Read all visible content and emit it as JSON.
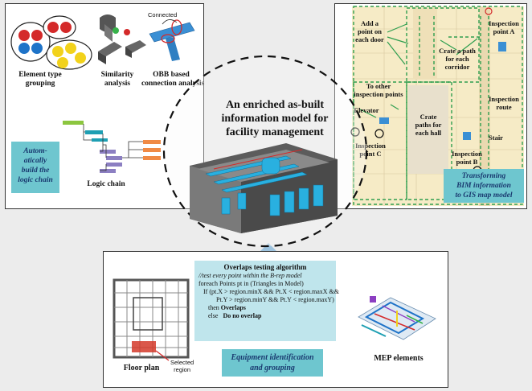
{
  "center": {
    "title_lines": [
      "An enriched as-built",
      "information model for",
      "facility management"
    ]
  },
  "top_left": {
    "element_type_grouping": [
      "Element type",
      "grouping"
    ],
    "similarity_analysis": [
      "Similarity",
      "analysis"
    ],
    "connected": "Connected",
    "obb_analysis": [
      "OBB based",
      "connection analysis"
    ],
    "auto_box": [
      "Autom-",
      "atically",
      "build the",
      "logic chain"
    ],
    "logic_chain": "Logic chain"
  },
  "top_right": {
    "add_point": [
      "Add a",
      "point on",
      "each door"
    ],
    "crate_path_corridor": [
      "Crate a path",
      "for each",
      "corridor"
    ],
    "inspection_a": [
      "Inspection",
      "point A"
    ],
    "to_other": [
      "To other",
      "inspection points"
    ],
    "elevator": "Elevator",
    "crate_paths_hall": [
      "Crate",
      "paths for",
      "each hall"
    ],
    "inspection_route": [
      "Inspection",
      "route"
    ],
    "inspection_c": [
      "Inspection",
      "point C"
    ],
    "stair": "Stair",
    "inspection_b": [
      "Inspection",
      "point B"
    ],
    "transform_box": [
      "Transforming",
      "BIM information",
      "to GIS map model"
    ]
  },
  "bottom": {
    "algorithm_title": "Overlaps testing algorithm",
    "code_comment": "//test every point within the B-rep model",
    "code_line1": "foreach Points pt in (Triangles in Model)",
    "code_line2": "If  (pt.X > region.minX && Pt.X < region.maxX &&",
    "code_line3": "Pt.Y > region.minY && Pt.Y < region.maxY)",
    "code_then": "then",
    "code_overlaps": "Overlaps",
    "code_else": "else",
    "code_no_overlap": "Do no overlap",
    "floor_plan": "Floor plan",
    "selected_region": [
      "Selected",
      "region"
    ],
    "equip_box": [
      "Equipment identification",
      "and grouping"
    ],
    "mep": "MEP elements"
  },
  "colors": {
    "teal_box": "#6ec6cf",
    "arrow": "#9dc3df",
    "map_green": "#2e9e4f",
    "map_bg": "#f6ebc6"
  }
}
